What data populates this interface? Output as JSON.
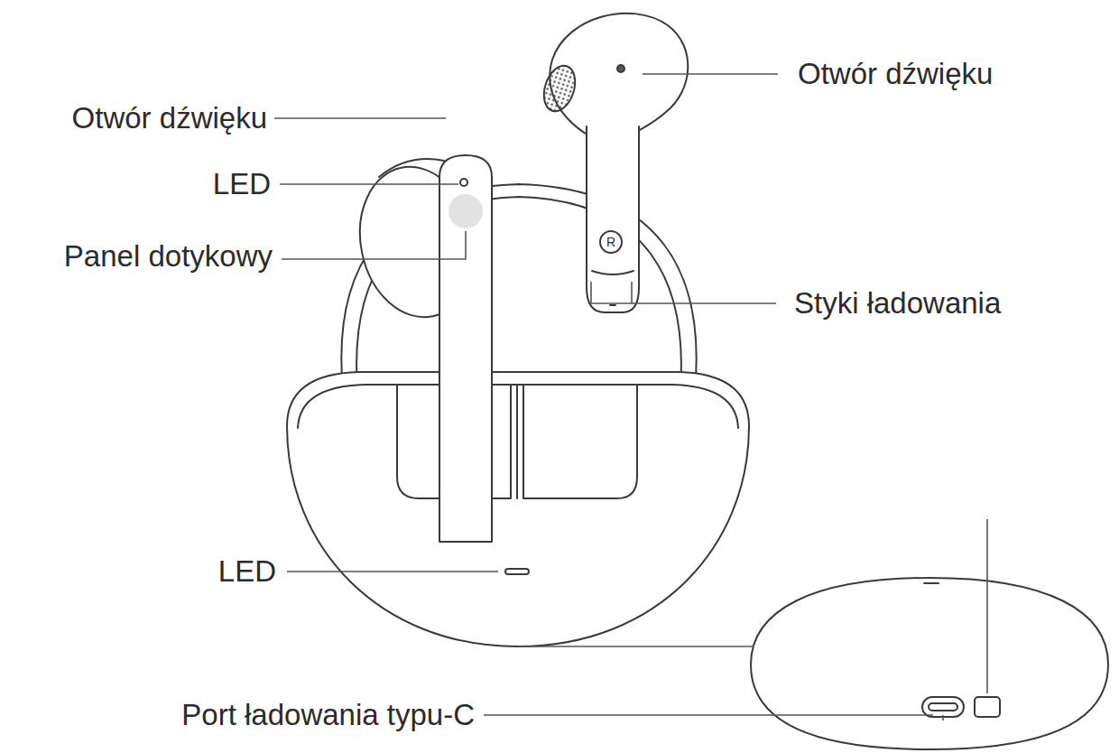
{
  "diagram": {
    "labels": [
      "Otwór dźwięku",
      "Otwór dźwięku",
      "LED",
      "Panel dotykowy",
      "R",
      "Styki ładowania",
      "LED",
      "Port ładowania typu-C"
    ]
  }
}
